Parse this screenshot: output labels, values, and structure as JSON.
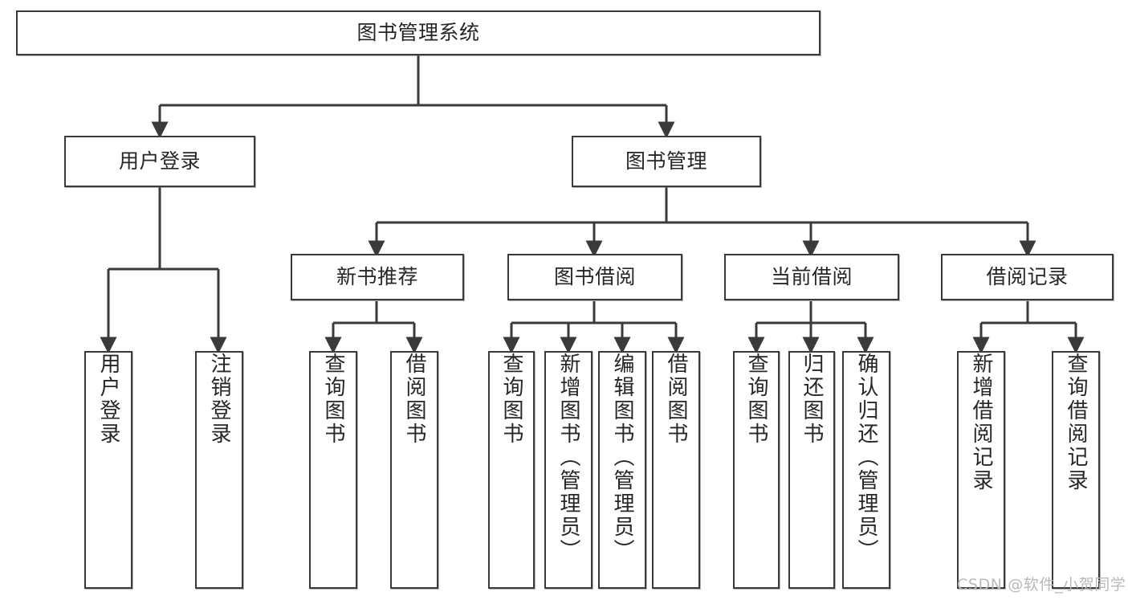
{
  "diagram": {
    "title": "图书管理系统",
    "watermark": "CSDN @软件_小贺同学",
    "type": "hierarchy-tree",
    "levels": 3,
    "root": {
      "label": "图书管理系统"
    },
    "level1": [
      {
        "label": "用户登录"
      },
      {
        "label": "图书管理"
      }
    ],
    "level2": [
      {
        "label": "新书推荐"
      },
      {
        "label": "图书借阅"
      },
      {
        "label": "当前借阅"
      },
      {
        "label": "借阅记录"
      }
    ],
    "leaves": {
      "user_login": [
        {
          "label": "用户登录"
        },
        {
          "label": "注销登录"
        }
      ],
      "new_book_recommend": [
        {
          "label": "查询图书"
        },
        {
          "label": "借阅图书"
        }
      ],
      "book_borrow": [
        {
          "label": "查询图书"
        },
        {
          "label": "新增图书（管理员）"
        },
        {
          "label": "编辑图书（管理员）"
        },
        {
          "label": "借阅图书"
        }
      ],
      "current_borrow": [
        {
          "label": "查询图书"
        },
        {
          "label": "归还图书"
        },
        {
          "label": "确认归还（管理员）"
        }
      ],
      "borrow_record": [
        {
          "label": "新增借阅记录"
        },
        {
          "label": "查询借阅记录"
        }
      ]
    },
    "colors": {
      "stroke": "#3a3a3a",
      "fill": "#ffffff",
      "text": "#262626",
      "watermark": "#b9b9b9"
    }
  }
}
